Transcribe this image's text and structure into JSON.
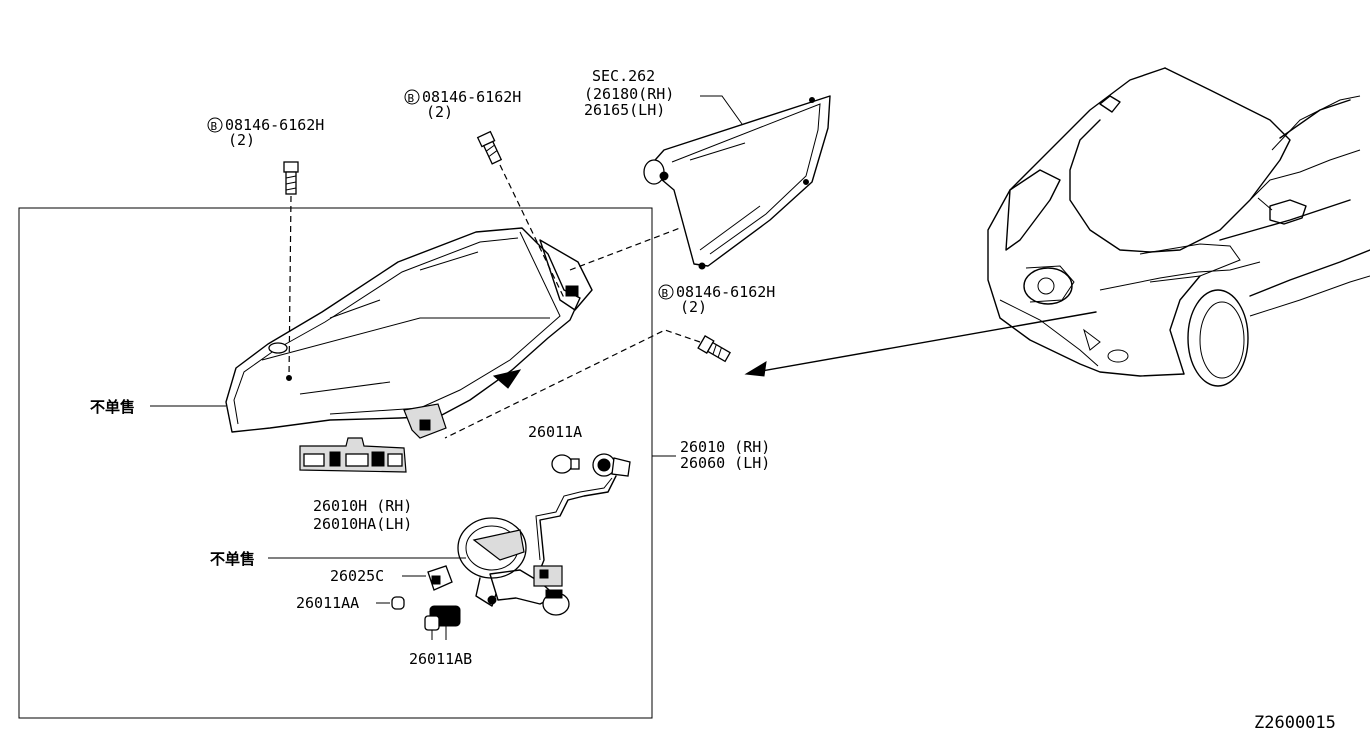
{
  "diagram_id": "Z2600015",
  "bolts": {
    "top_left": {
      "marker": "B",
      "part_no": "08146-6162H",
      "qty": "(2)"
    },
    "top_center": {
      "marker": "B",
      "part_no": "08146-6162H",
      "qty": "(2)"
    },
    "right": {
      "marker": "B",
      "part_no": "08146-6162H",
      "qty": "(2)"
    }
  },
  "fog_lamp": {
    "section": "SEC.262",
    "rh": "(26180(RH)",
    "lh": " 26165(LH)"
  },
  "headlamp_assembly": {
    "rh": "26010 (RH)",
    "lh": "26060 (LH)"
  },
  "not_sold_separately_1": "不单售",
  "not_sold_separately_2": "不单售",
  "bracket": {
    "rh": "26010H  (RH)",
    "lh": "26010HA(LH)"
  },
  "bulb_a": "26011A",
  "socket_c": "26025C",
  "bulb_aa": "26011AA",
  "bulb_ab": "26011AB"
}
